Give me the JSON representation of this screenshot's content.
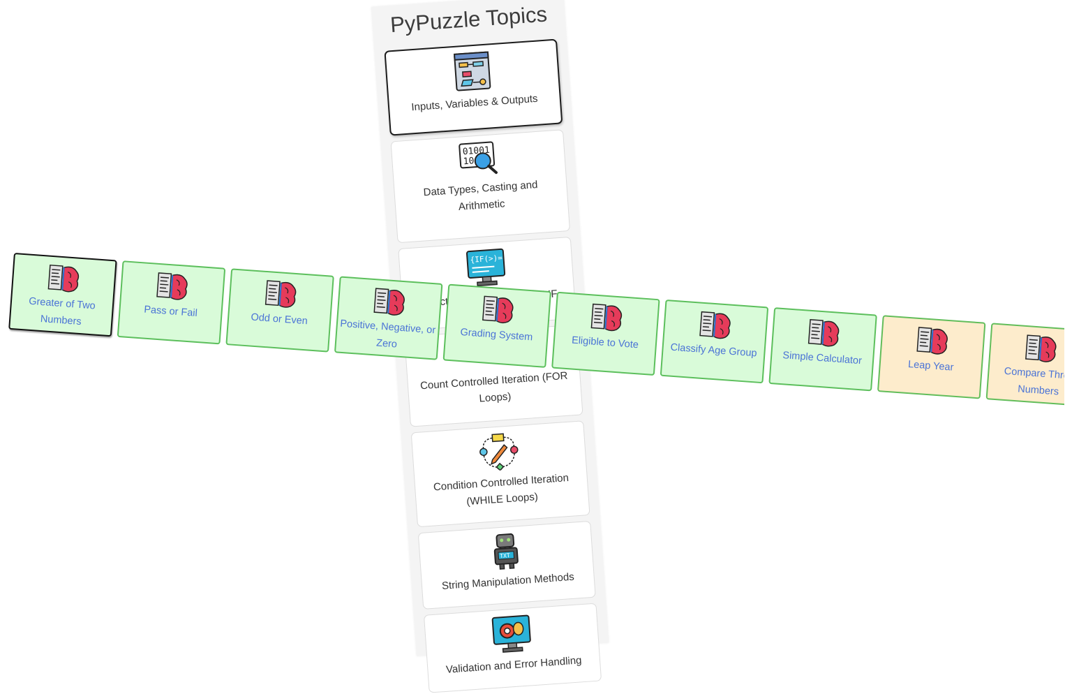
{
  "panel": {
    "title": "PyPuzzle Topics",
    "topics": [
      {
        "label": "Inputs, Variables & Outputs",
        "icon": "flowchart-icon",
        "selected": true
      },
      {
        "label": "Data Types, Casting and Arithmetic",
        "icon": "binary-search-icon",
        "selected": false
      },
      {
        "label": "Selection - IF, ELSE and ELIF",
        "icon": "if-monitor-icon",
        "selected": false
      },
      {
        "label": "Count Controlled Iteration (FOR Loops)",
        "icon": "loop-icon",
        "selected": false
      },
      {
        "label": "Condition Controlled Iteration (WHILE Loops)",
        "icon": "cycle-diagram-icon",
        "selected": false
      },
      {
        "label": "String Manipulation Methods",
        "icon": "robot-txt-icon",
        "selected": false
      },
      {
        "label": "Validation and Error Handling",
        "icon": "bug-monitor-icon",
        "selected": false
      }
    ]
  },
  "puzzles": [
    {
      "label": "Greater of Two Numbers",
      "status": "selected"
    },
    {
      "label": "Pass or Fail",
      "status": "done"
    },
    {
      "label": "Odd or Even",
      "status": "done"
    },
    {
      "label": "Positive, Negative, or Zero",
      "status": "done"
    },
    {
      "label": "Grading System",
      "status": "done"
    },
    {
      "label": "Eligible to Vote",
      "status": "done"
    },
    {
      "label": "Classify Age Group",
      "status": "done"
    },
    {
      "label": "Simple Calculator",
      "status": "done"
    },
    {
      "label": "Leap Year",
      "status": "pending"
    },
    {
      "label": "Compare Three Numbers",
      "status": "pending"
    }
  ],
  "colors": {
    "done_bg": "#d9fbd9",
    "pending_bg": "#fdeccc",
    "border_green": "#5cbf5c",
    "link_blue": "#4a73d6"
  }
}
